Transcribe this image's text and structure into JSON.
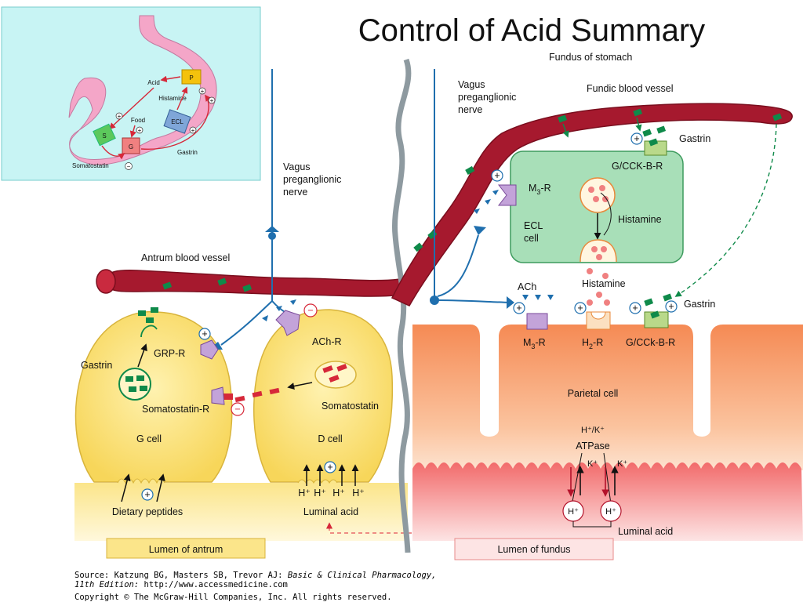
{
  "title": "Control of Acid Summary",
  "colors": {
    "blood": "#a6192e",
    "blood_dark": "#7a0e1e",
    "gastrin": "#0f8a4a",
    "somatostatin": "#d62839",
    "nerve": "#1f6fae",
    "antrum_cell": "#fbe78c",
    "fundus_tissue": "#f7a36c",
    "ecl_cell": "#a8dfb8",
    "inset_bg": "#c8f4f4",
    "stomach": "#f4a6c8"
  },
  "inset": {
    "acid": "Acid",
    "p": "P",
    "histamine": "Histamine",
    "food": "Food",
    "ecl": "ECL",
    "s": "S",
    "g": "G",
    "somatostatin": "Somatostatin",
    "gastrin": "Gastrin",
    "plus": "+",
    "minus": "−"
  },
  "labels": {
    "fundus_of_stomach": "Fundus of stomach",
    "vagus_left": [
      "Vagus",
      "preganglionic",
      "nerve"
    ],
    "vagus_right": [
      "Vagus",
      "preganglionic",
      "nerve"
    ],
    "fundic_blood_vessel": "Fundic blood  vessel",
    "antrum_blood_vessel": "Antrum blood vessel",
    "gastrin_top": "Gastrin",
    "gcck_top": "G/CCK-B-R",
    "m3r_ecl": "M",
    "m3r_ecl_sub": "3",
    "m3r_ecl_suffix": "-R",
    "ecl_cell": [
      "ECL",
      "cell"
    ],
    "histamine_in_ecl": "Histamine",
    "histamine_released": "Histamine",
    "ach": "ACh",
    "gastrin_right": "Gastrin",
    "m3r_parietal": "M",
    "m3r_parietal_sub": "3",
    "m3r_parietal_suffix": "-R",
    "h2r": "H",
    "h2r_sub": "2",
    "h2r_suffix": "-R",
    "gcck_parietal": "G/CCk-B-R",
    "parietal_cell": "Parietal cell",
    "hk_atpase": [
      "H⁺/K⁺",
      "ATPase"
    ],
    "k_plus": "K⁺",
    "h_plus": "H⁺",
    "luminal_acid_right": "Luminal acid",
    "lumen_of_fundus": "Lumen of fundus",
    "gastrin_left": "Gastrin",
    "grp_r": "GRP-R",
    "somatostatin_r": "Somatostatin-R",
    "g_cell": "G cell",
    "ach_r": "ACh-R",
    "somatostatin": "Somatostatin",
    "d_cell": "D cell",
    "dietary_peptides": "Dietary peptides",
    "luminal_acid_left": "Luminal acid",
    "h_plus_left": [
      "H⁺",
      "H⁺",
      "H⁺",
      "H⁺"
    ],
    "lumen_of_antrum": "Lumen of antrum",
    "plus": "+",
    "minus": "−"
  },
  "source": {
    "line1_prefix": "Source: Katzung BG, Masters SB, Trevor AJ: ",
    "line1_italic": "Basic & Clinical Pharmacology,",
    "line2_italic": "11th Edition: ",
    "line2_rest": "http://www.accessmedicine.com",
    "copyright": "Copyright © The McGraw-Hill Companies, Inc. All rights reserved."
  }
}
